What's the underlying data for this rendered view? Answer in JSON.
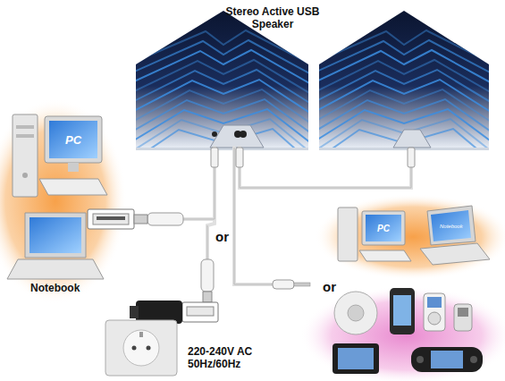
{
  "diagram": {
    "title": "Stereo Active USB Speaker",
    "labels": [
      "PC",
      "Notebook",
      "PC",
      "Notebook",
      "or",
      "or",
      "220-240V AC 50Hz/60Hz"
    ]
  }
}
